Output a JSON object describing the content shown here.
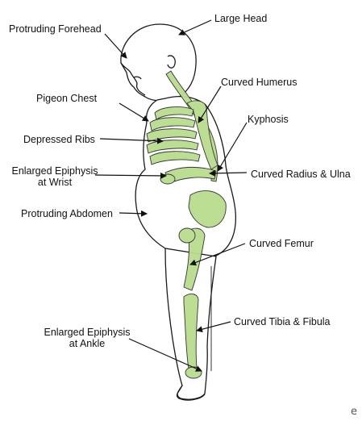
{
  "labels": {
    "protruding_forehead": "Protruding Forehead",
    "large_head": "Large Head",
    "pigeon_chest": "Pigeon Chest",
    "curved_humerus": "Curved Humerus",
    "kyphosis": "Kyphosis",
    "depressed_ribs": "Depressed Ribs",
    "enlarged_epiphysis_wrist_line1": "Enlarged Epiphysis",
    "enlarged_epiphysis_wrist_line2": "at Wrist",
    "curved_radius_ulna": "Curved Radius & Ulna",
    "protruding_abdomen": "Protruding Abdomen",
    "curved_femur": "Curved Femur",
    "curved_tibia_fibula": "Curved Tibia & Fibula",
    "enlarged_epiphysis_ankle_line1": "Enlarged Epiphysis",
    "enlarged_epiphysis_ankle_line2": "at Ankle"
  },
  "corner_mark": "e",
  "colors": {
    "bone_fill": "#b9dd8e",
    "outline": "#1a1a1a",
    "arrow": "#111111"
  }
}
